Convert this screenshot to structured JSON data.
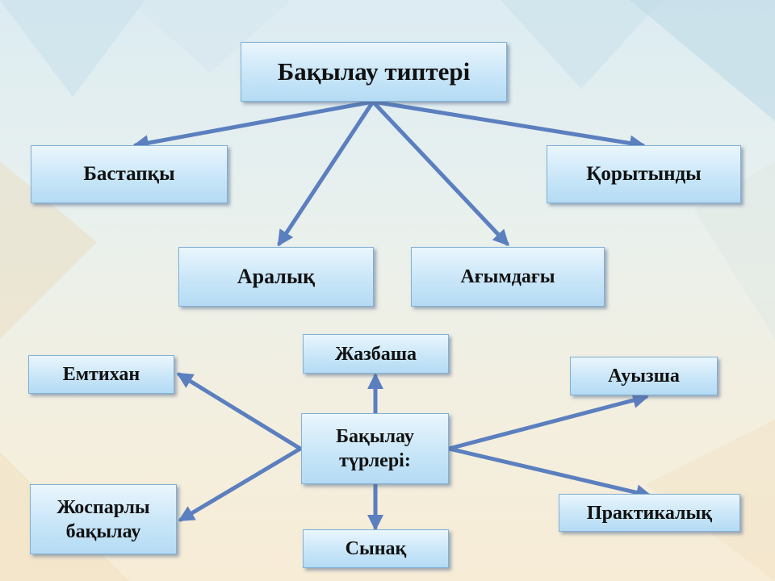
{
  "top": {
    "title": "Бақылау типтері",
    "items": [
      "Бастапқы",
      "Қорытынды",
      "Аралық",
      "Ағымдағы"
    ]
  },
  "bottom": {
    "center": "Бақылау\nтүрлері:",
    "items": [
      "Жазбаша",
      "Емтихан",
      "Ауызша",
      "Жоспарлы\nбақылау",
      "Практикалық",
      "Сынақ"
    ]
  },
  "colors": {
    "arrow": "#5b7fbf",
    "box_border": "#7fb0d6",
    "box_fill": "#c9e6f8"
  }
}
